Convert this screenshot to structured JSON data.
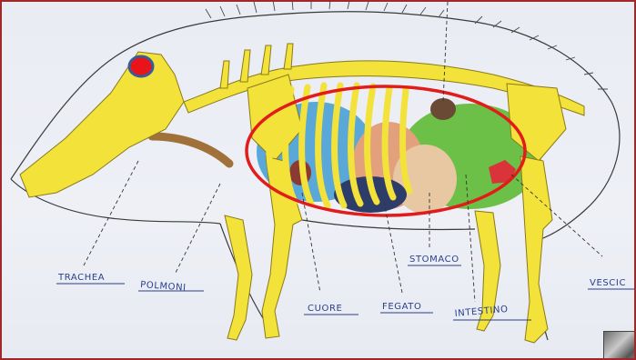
{
  "labels": {
    "trachea": "TRACHEA",
    "polmoni": "POLMONI",
    "cuore": "CUORE",
    "fegato": "FEGATO",
    "stomaco": "STOMACO",
    "intestino": "INTESTINO",
    "vescica": "VESCIC"
  },
  "colors": {
    "skeleton": "#f2e23a",
    "lungs": "#5aa8d8",
    "liver": "#e3a07c",
    "stomach": "#e8c7a3",
    "intestine": "#6cc048",
    "heart": "#2e3c6a",
    "bladder": "#d8343a",
    "highlight_ellipse": "#e21b1b",
    "eye_marker": "#e8141a",
    "label_ink": "#2a3f8c"
  }
}
